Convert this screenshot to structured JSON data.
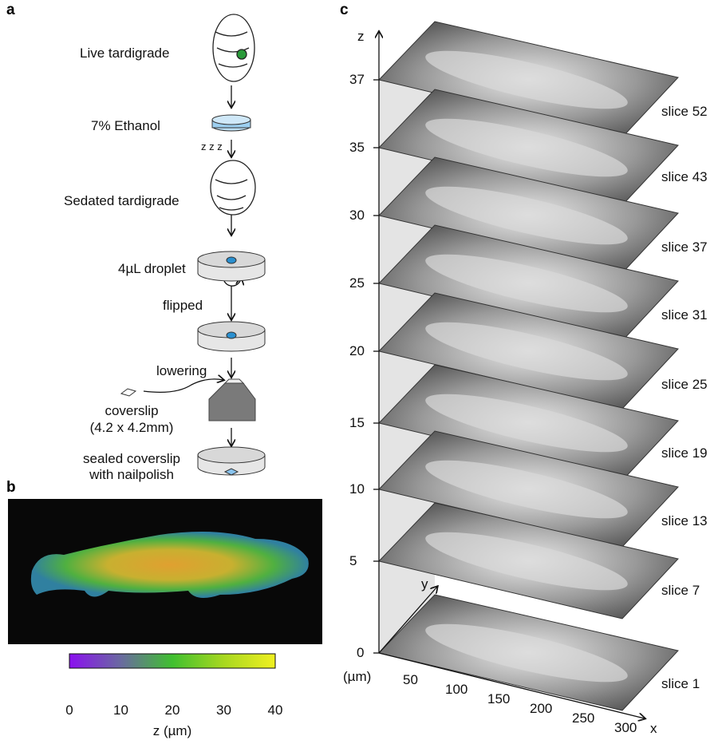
{
  "panels": {
    "a": "a",
    "b": "b",
    "c": "c"
  },
  "panel_a": {
    "steps": [
      "Live tardigrade",
      "7% Ethanol",
      "Sedated tardigrade",
      "4µL droplet",
      "flipped",
      "lowering",
      "coverslip",
      "(4.2 x 4.2mm)",
      "sealed coverslip",
      "with nailpolish"
    ],
    "sleep": "z z z"
  },
  "panel_b": {
    "colorbar": {
      "ticks": [
        "0",
        "10",
        "20",
        "30",
        "40"
      ],
      "label": "z (µm)",
      "colors": [
        "#8b10f0",
        "#6a6aa0",
        "#40c030",
        "#a8d820",
        "#f0f020"
      ]
    }
  },
  "panel_c": {
    "z_label": "z",
    "y_label": "y",
    "x_label": "x",
    "unit": "(µm)",
    "z_ticks": [
      "0",
      "5",
      "10",
      "15",
      "20",
      "25",
      "30",
      "35",
      "37"
    ],
    "x_ticks": [
      "50",
      "100",
      "150",
      "200",
      "250",
      "300"
    ],
    "slices": [
      "slice 1",
      "slice 7",
      "slice 13",
      "slice 19",
      "slice 25",
      "slice 31",
      "slice 37",
      "slice 43",
      "slice 52"
    ]
  }
}
